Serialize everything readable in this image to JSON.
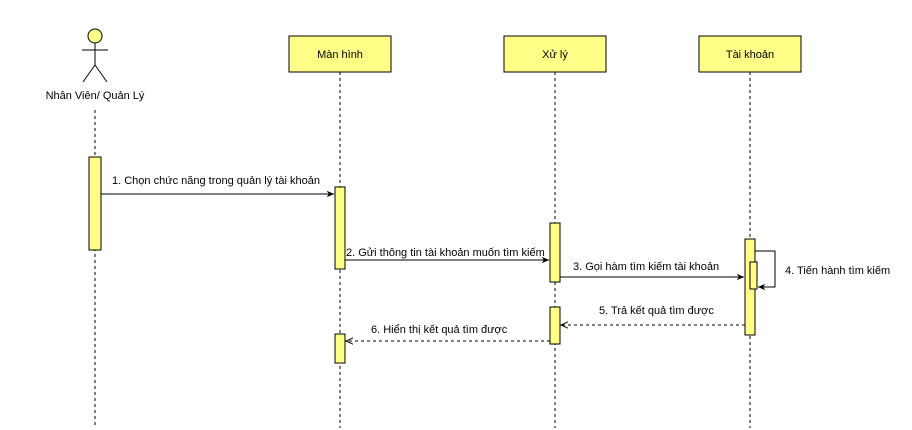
{
  "colors": {
    "box_fill": "#ffff88",
    "stroke": "#000000",
    "background": "#ffffff"
  },
  "actor": {
    "label": "Nhân Viên/ Quản Lý",
    "icon": "stick-figure-icon"
  },
  "participants": [
    {
      "id": "man-hinh",
      "label": "Màn hình"
    },
    {
      "id": "xu-ly",
      "label": "Xử lý"
    },
    {
      "id": "tai-khoan",
      "label": "Tài khoản"
    }
  ],
  "messages": [
    {
      "id": "m1",
      "label": "1. Chọn chức năng trong quản lý tài khoản",
      "kind": "call"
    },
    {
      "id": "m2",
      "label": "2. Gửi thông tin tài khoản muốn tìm kiếm",
      "kind": "call"
    },
    {
      "id": "m3",
      "label": "3. Gọi hàm tìm kiếm tài khoản",
      "kind": "call"
    },
    {
      "id": "m4",
      "label": "4. Tiến hành tìm kiếm",
      "kind": "self"
    },
    {
      "id": "m5",
      "label": "5. Trả kết quả tìm được",
      "kind": "return"
    },
    {
      "id": "m6",
      "label": "6. Hiển thị kết quả tìm được",
      "kind": "return"
    }
  ]
}
